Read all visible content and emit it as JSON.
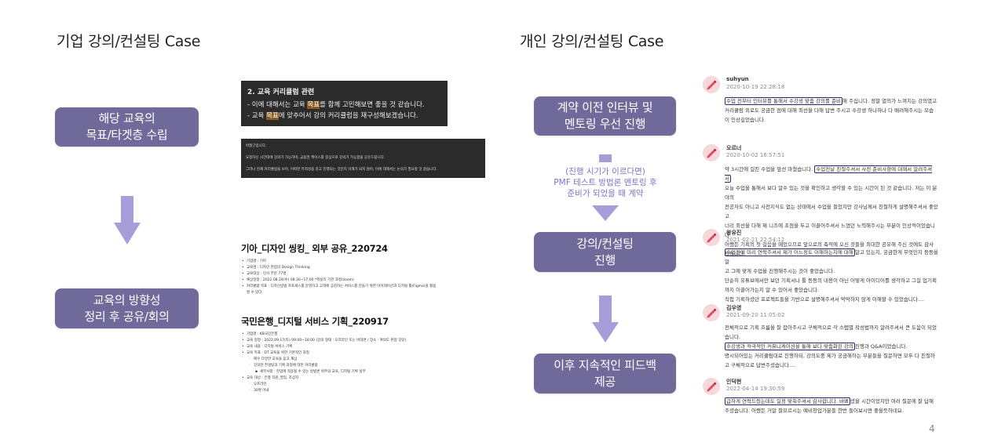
{
  "left": {
    "title": "기업 강의/컨설팅 Case",
    "steps": [
      "해당 교육의\n목표/타겟층 수립",
      "교육의 방향성\n정리 후 공유/회의"
    ],
    "curriculum_box": {
      "title": "2. 교육 커리큘럼 관련",
      "line1_pre": "-  이에 대해서는 교육 ",
      "line1_hl": "목표",
      "line1_post": "를 함께 고민해보면 좋을 것 같습니다.",
      "line2_pre": "-  교육 ",
      "line2_hl": "목표",
      "line2_post": "에 맞추어서 강의 커리큘럼을 재구성해보겠습니다."
    },
    "email_box": {
      "line1": "박철근입니다.",
      "line2": "요청하신 시간대에 강의가 가능하며, 금융권 케이스를 중심으로 강의가 가능함을 공유드립니다.",
      "line3": "그러나 현재 커리큘럼을 보아, 어떠한 목적성을 갖고 진행되는 것인지 이해가 되지 않아, 이에 대해서는 논의가 필요할 것 같습니다."
    },
    "doc1": {
      "title": "기아_디자인 씽킹_ 외부 공유_220724",
      "items": [
        "기업명 : 기아",
        "교육명 : 디자인 관점의 Design Thinking",
        "교육대상 : 인사 부문 77명",
        "예상일정 : 2022.08.24(수) 08:30~17:00 *퍼실리 기관 과정(zoom)",
        "커리큘럼 목표 : 디자인방법 프로세스를 운영하고 고객에 공감하는 서비스를 만들기 위한 아이데이션과 디지털 툴(Figma)을 활용할 수 있다."
      ]
    },
    "doc2": {
      "title": "국민은행_디지털 서비스 기획_220917",
      "items": [
        {
          "text": "기업명 : KB국민은행",
          "level": 0
        },
        {
          "text": "교육 일정 : 2022.09.17(토) 09:00~18:00 (강의 형태 : 오프라인 또는 비대면 / 장소 : 여의도 본점 강당)",
          "level": 0
        },
        {
          "text": "교육 내용 : 디지털 서비스 기획",
          "level": 0
        },
        {
          "text": "교육 목표 : DT 교육을 위한 기본적인 과정",
          "level": 0
        },
        {
          "text": "매우 다양한 교육을 듣고 계심",
          "level": 1
        },
        {
          "text": "강의한 컨설팅과 기획 과정에 대한 커리큘럼",
          "level": 1
        },
        {
          "text": "세부사항 : 현업에 적용될 수 있는 방법론 위주의 교육, 디지털 기획 실무",
          "level": 2
        },
        {
          "text": "교육 대상 : 은행 직원_영업, 조상자",
          "level": 0
        },
        {
          "text": "오프라인",
          "level": 1
        },
        {
          "text": "30명 이내",
          "level": 1
        }
      ]
    }
  },
  "right": {
    "title": "개인 강의/컨설팅 Case",
    "steps": [
      "계약 이전 인터뷰 및\n멘토링 우선 진행",
      "강의/컨설팅\n진행",
      "이후 지속적인 피드백\n제공"
    ],
    "note": "(진행 시기가 이르다면)\nPMF 테스트 방법론 멘토링 후\n준비가 되었을 때 계약",
    "reviews": [
      {
        "name": "suhyun",
        "date": "2020-10-19 22:28:18",
        "boxed": "수업 전부터 인터뷰를 통해서 수강생 맞춤 강의를 준비",
        "rest1": "해 주십니다. 정말 열의가 느껴지는 강의였고",
        "line2": "커리큘럼 외로도 궁금한 점에 대해 최선을 다해 답변 주시고 수강생 하나하나 다 배려해주시는 모습",
        "line3": "이 인상깊었습니다."
      },
      {
        "name": "오르너",
        "date": "2020-10-02 16:57:51",
        "pre": "약 3시간에 걸친 수업을 앞선 마쳤습니다. ",
        "boxed": "수업전날 친절주셔서 사전 준비사항에 대해서 알려주셔서",
        "line2": "오늘 수업을 통해서 보다 알수 있는 것을 확인하고 생각할 수 있는 시간이 된 것 같습니다. 저는 이 분야의",
        "line3": "전공자도 아니고 사전지식도 없는 상태에서 수업을 들었지만 강사님께서 친절하게 설명해주셔서 좋았고",
        "line4": "너리 최선을 다해 제 니즈에 초점을 두고 이끌어주셔서 느꼈던 노력해주시는 부분이 인상적이었습니다.",
        "line5": "어쨌든 기획의 첫 걸음을 떼었으므로 앞으로의 축적에 오신 것들을 최대한 공유해 주신 것에도 감사드립니다."
      },
      {
        "name": "왕유진",
        "date": "2021-02-21 22:54:12",
        "boxed": "수업전에 미리 연락주셔서 제가 어느정도 이해하는지에 대해",
        "rest1": "알고 있는지, 궁금한게 무엇인지 등등을 알",
        "line2": "고 그에 맞게 수업을 진행해주시는 것이 좋았습니다.",
        "line3": "단순히 유튜브에서만 보던 기획서나 툴 등등의 내용이 아닌 어떻게 아이디어를 생각하고 그걸 업기획",
        "line4": "까지 이끌어가는지 알 수 있어서 좋았습니다.",
        "line5": "직접 기획하셨던 프로젝트들을 기반으로 설명해주셔서 막막하지 않게 이해할 수 있었습니다...."
      },
      {
        "name": "김우영",
        "date": "2021-09-20 11:05:02",
        "line1": "전체적으로 기획 흐름을 잘 잡아주시고 구체적으로 각 스텝별 작성법까지 알려주셔서 큰 도움이 되었",
        "line1b": "습니다.",
        "boxed": "수강생과 적극적인 커뮤니케이션을 통해 보다 맞춤화된 강의",
        "rest2": "진행과 Q&A이었습니다.",
        "line3": "명시되어있는 커리큘럼대로 진행하되, 강의도중 제가 궁금해하는 부분들을 질문하면 모두 다 친절하",
        "line4": "고 구체적으로 답변주셨습니다...."
      },
      {
        "name": "인덕현",
        "date": "2022-04-14 19:30:59",
        "boxed": "급하게 연락드렸는데도 일정 맞춰주셔서 감사합니다. 바쁘",
        "rest1": "셨을 시간이었지만 여러 질문에 잘 답해",
        "line2": "주셨습니다. 어쨌든 거알 잘모르시는 예비창업가분들 한번 들어보시면 좋을듯하네요."
      }
    ]
  },
  "page_number": "4",
  "colors": {
    "pill": "#6f6a9a",
    "arrow": "#a59ed9",
    "note": "#7a72c8",
    "box_border": "#27287a"
  }
}
